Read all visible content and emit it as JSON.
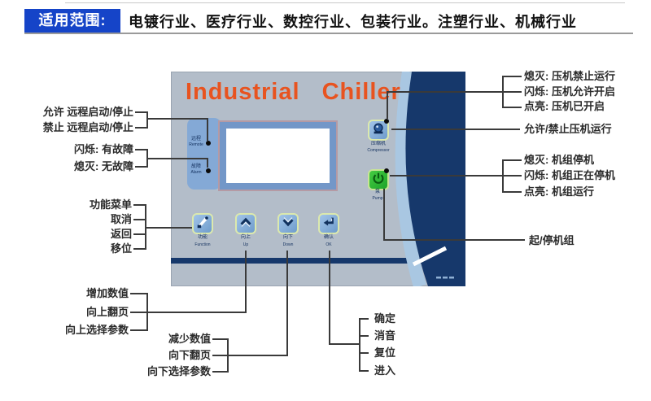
{
  "header": {
    "badge": "适用范围:",
    "industries": "电镀行业、医疗行业、数控行业、包装行业。注塑行业、机械行业"
  },
  "panel": {
    "title": "Industrial Chiller",
    "indicators": {
      "remote": {
        "zh": "远程",
        "en": "Remote"
      },
      "alarm": {
        "zh": "故障",
        "en": "Alarm"
      }
    },
    "buttons": {
      "compressor": {
        "zh": "压缩机",
        "en": "Compressor"
      },
      "power": {
        "zh": "泵",
        "en": "Pump"
      },
      "function": {
        "zh": "功能",
        "en": "Function"
      },
      "up": {
        "zh": "向上",
        "en": "Up"
      },
      "down": {
        "zh": "向下",
        "en": "Down"
      },
      "ok": {
        "zh": "确认",
        "en": "OK"
      }
    }
  },
  "annotations": {
    "remote_allow": "允许 远程启动/停止",
    "remote_forbid": "禁止 远程启动/停止",
    "alarm_flash": "闪烁: 有故障",
    "alarm_off": "熄灭: 无故障",
    "function_menu": "功能菜单",
    "cancel": "取消",
    "back": "返回",
    "shift": "移位",
    "inc": "增加数值",
    "page_up": "向上翻页",
    "sel_up": "向上选择参数",
    "dec": "减少数值",
    "page_down": "向下翻页",
    "sel_down": "向下选择参数",
    "confirm": "确定",
    "mute": "消音",
    "reset": "复位",
    "enter": "进入",
    "comp_off": "熄灭: 压机禁止运行",
    "comp_flash": "闪烁: 压机允许开启",
    "comp_on": "点亮: 压机已开启",
    "comp_switch": "允许/禁止压机运行",
    "unit_off": "熄灭: 机组停机",
    "unit_stopping": "闪烁: 机组正在停机",
    "unit_run": "点亮: 机组运行",
    "unit_switch": "起/停机组"
  },
  "colors": {
    "header_blue": "#1544c8",
    "panel_bg": "#b3bdc9",
    "navy": "#16386b",
    "accent_orange": "#e8531f",
    "green_button": "#2db52d",
    "stripe_blue": "#a9c7e2"
  }
}
